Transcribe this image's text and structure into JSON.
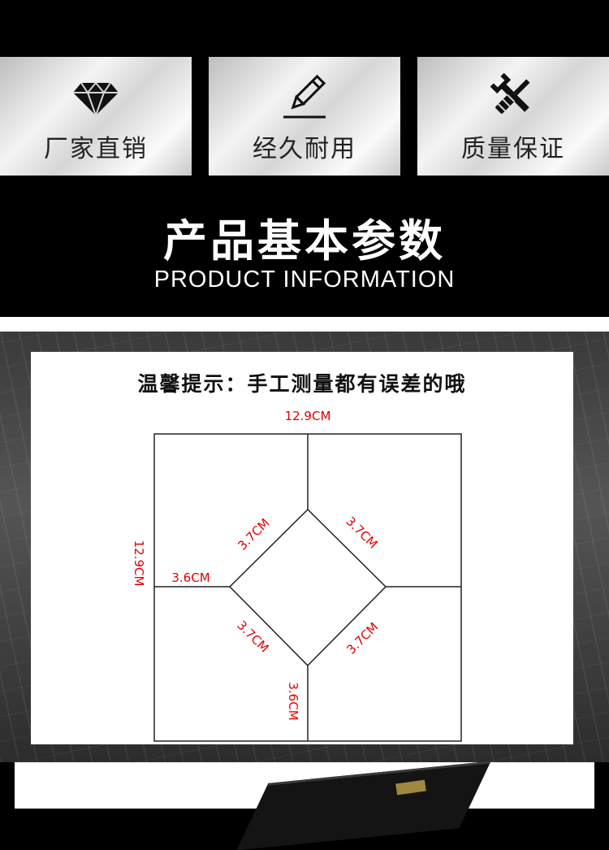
{
  "badges": [
    {
      "icon": "diamond-icon",
      "label": "厂家直销"
    },
    {
      "icon": "pencil-icon",
      "label": "经久耐用"
    },
    {
      "icon": "wrench-screwdriver-icon",
      "label": "质量保证"
    }
  ],
  "header": {
    "title_zh": "产品基本参数",
    "title_en": "PRODUCT INFORMATION"
  },
  "card": {
    "tip": "温馨提示：手工测量都有误差的哦"
  },
  "dimensions": {
    "top_width": "12.9CM",
    "side_height": "12.9CM",
    "left_arm": "3.6CM",
    "bottom_arm": "3.6CM",
    "edge_top_left": "3.7CM",
    "edge_top_right": "3.7CM",
    "edge_bottom_left": "3.7CM",
    "edge_bottom_right": "3.7CM"
  },
  "colors": {
    "measurement": "#e00000",
    "line": "#222222"
  }
}
